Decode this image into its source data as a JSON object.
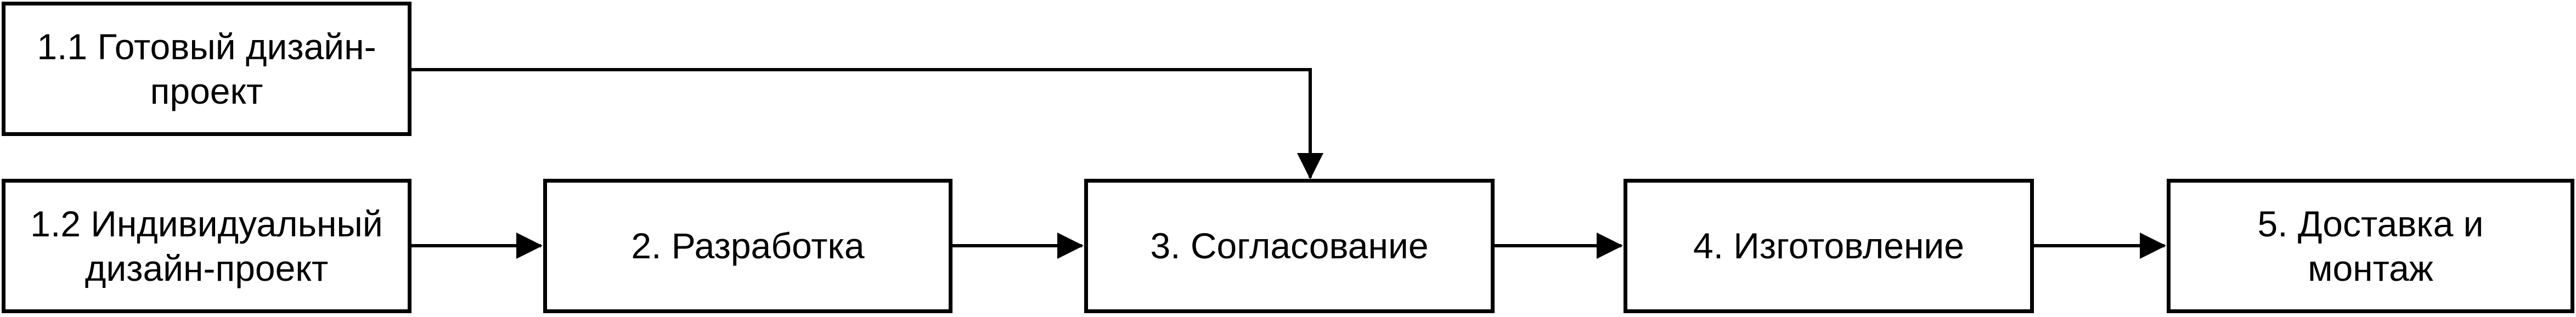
{
  "diagram": {
    "nodes": [
      {
        "id": "n1_1",
        "label": "1.1 Готовый дизайн-\nпроект"
      },
      {
        "id": "n1_2",
        "label": "1.2 Индивидуальный\nдизайн-проект"
      },
      {
        "id": "n2",
        "label": "2. Разработка"
      },
      {
        "id": "n3",
        "label": "3. Согласование"
      },
      {
        "id": "n4",
        "label": "4. Изготовление"
      },
      {
        "id": "n5",
        "label": "5. Доставка и\nмонтаж"
      }
    ],
    "edges": [
      {
        "from": "n1_1",
        "to": "n3"
      },
      {
        "from": "n1_2",
        "to": "n2"
      },
      {
        "from": "n2",
        "to": "n3"
      },
      {
        "from": "n3",
        "to": "n4"
      },
      {
        "from": "n4",
        "to": "n5"
      }
    ],
    "line_color": "#000000"
  }
}
